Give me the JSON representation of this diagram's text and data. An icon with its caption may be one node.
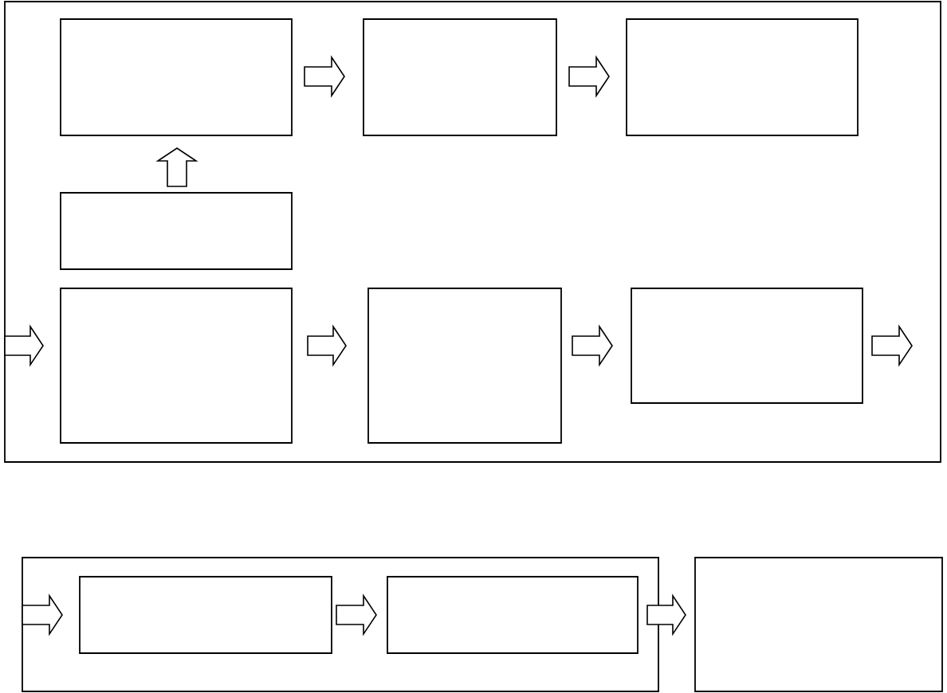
{
  "diagram": {
    "nodes": [
      {
        "text": [],
        "shape": "box"
      },
      {
        "text": [],
        "shape": "box",
        "in": 0
      },
      {
        "text": [],
        "shape": "box",
        "in": 0
      },
      {
        "text": [],
        "shape": "box",
        "in": 0
      },
      {
        "text": [],
        "shape": "box",
        "in": 0
      },
      {
        "text": [],
        "shape": "box",
        "in": 0
      },
      {
        "text": [],
        "shape": "box",
        "in": 0
      },
      {
        "text": [],
        "shape": "box",
        "in": 0
      },
      {
        "text": [],
        "shape": "box"
      },
      {
        "text": [],
        "shape": "box",
        "in": 8
      },
      {
        "text": [],
        "shape": "box",
        "in": 8
      },
      {
        "text": [],
        "shape": "box"
      }
    ],
    "edges": [
      {
        "from": 1,
        "to": 2,
        "arrow": "to"
      },
      {
        "from": 2,
        "to": 3,
        "arrow": "to"
      },
      {
        "from": 4,
        "to": 1,
        "arrow": "to"
      },
      {
        "from": null,
        "to": 5,
        "arrow": "to"
      },
      {
        "from": 5,
        "to": 6,
        "arrow": "to"
      },
      {
        "from": 6,
        "to": 7,
        "arrow": "to"
      },
      {
        "from": 7,
        "to": null,
        "arrow": "to"
      },
      {
        "from": null,
        "to": 9,
        "arrow": "to"
      },
      {
        "from": 9,
        "to": 10,
        "arrow": "to"
      },
      {
        "from": 10,
        "to": 11,
        "arrow": "to"
      }
    ]
  }
}
